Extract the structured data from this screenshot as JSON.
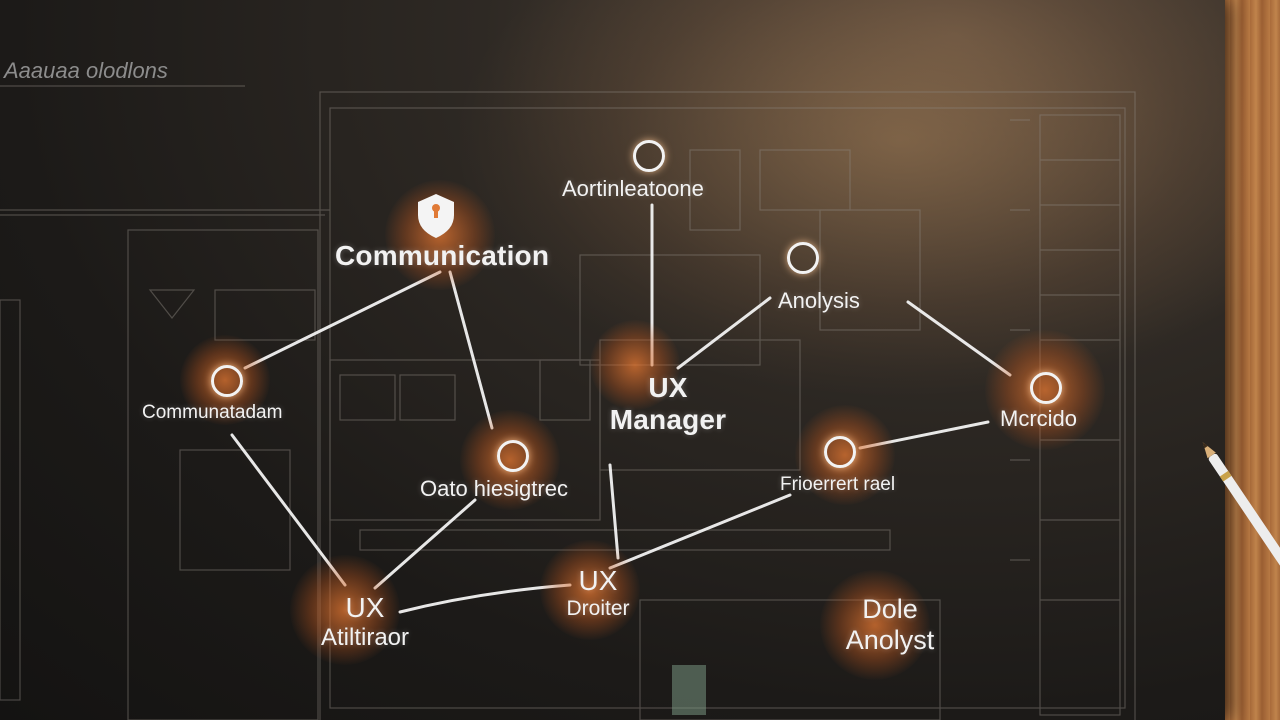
{
  "heading": "Aaauaa olodlons",
  "nodes": {
    "communication_top": "Communication",
    "aortinleatoone": "Aortinleatoone",
    "anolysis": "Anolysis",
    "communication_left": "Communatadam",
    "ux_manager": [
      "UX",
      "Manager"
    ],
    "morcido": "Mcrcido",
    "data_insights": "Oato hiesigtrec",
    "frioeriet_rael": "Frioerrert rael",
    "ux_architect": [
      "UX",
      "Atiltiraor"
    ],
    "ux_designer": [
      "UX",
      "Droiter"
    ],
    "data_analyst": [
      "Dole",
      "Anolyst"
    ]
  },
  "colors": {
    "accent": "#e07a36",
    "line": "#f2f2f2",
    "board": "#1c1a18",
    "desk": "#b87a44"
  }
}
